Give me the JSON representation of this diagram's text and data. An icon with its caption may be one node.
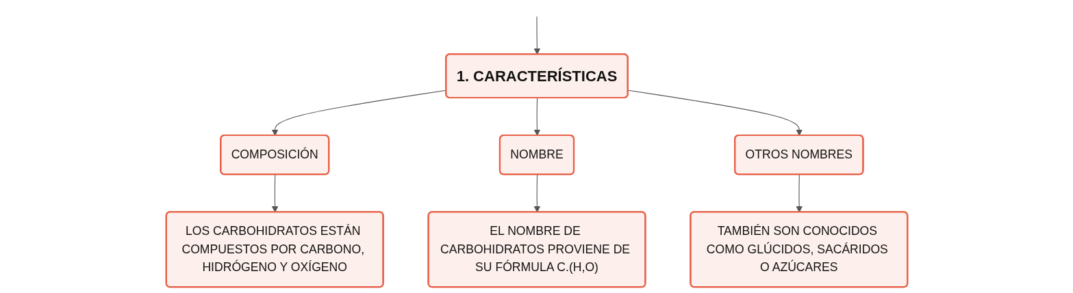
{
  "diagram": {
    "nodes": [
      {
        "text": [
          "1. CARACTERÍSTICAS"
        ]
      },
      {
        "text": [
          "COMPOSICIÓN"
        ]
      },
      {
        "text": [
          "NOMBRE"
        ]
      },
      {
        "text": [
          "OTROS NOMBRES"
        ]
      },
      {
        "text": [
          "LOS CARBOHIDRATOS ESTÁN COMPUESTOS POR CARBONO, HIDRÓGENO Y OXÍGENO"
        ]
      },
      {
        "text": [
          "EL NOMBRE DE CARBOHIDRATOS PROVIENE DE SU FÓRMULA C.(H,O)"
        ]
      },
      {
        "text": [
          "TAMBIÉN SON CONOCIDOS COMO GLÚCIDOS, SACÁRIDOS O AZÚCARES"
        ]
      }
    ],
    "edges": [
      {
        "from": null,
        "to": 0,
        "arrow": "to"
      },
      {
        "from": 0,
        "to": 1,
        "arrow": "to"
      },
      {
        "from": 0,
        "to": 2,
        "arrow": "to"
      },
      {
        "from": 0,
        "to": 3,
        "arrow": "to"
      },
      {
        "from": 1,
        "to": 4,
        "arrow": "to"
      },
      {
        "from": 2,
        "to": 5,
        "arrow": "to"
      },
      {
        "from": 3,
        "to": 6,
        "arrow": "to"
      }
    ]
  }
}
